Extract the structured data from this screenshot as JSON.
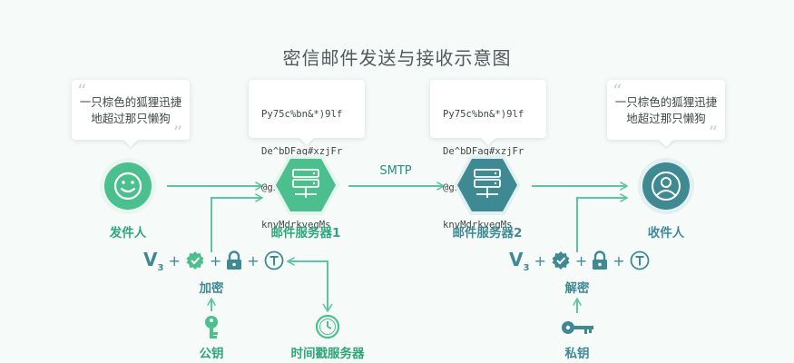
{
  "title": "密信邮件发送与接收示意图",
  "colors": {
    "green": "#4cbf8f",
    "teal": "#3f8a92",
    "label_green": "#2fa57a",
    "label_teal": "#3f8a92",
    "arrow": "#5cc6a3"
  },
  "sender": {
    "label": "发件人",
    "icon": "smiley-face-icon",
    "message_line1": "一只棕色的狐狸迅捷",
    "message_line2": "地超过那只懒狗"
  },
  "mail_server_1": {
    "label": "邮件服务器1",
    "icon": "server-icon",
    "cipher_lines": [
      "Py75c%bn&*)9lf",
      "De^bDFaq#xzjFr",
      "@g5=&nmdFg$5",
      "knvMdrkvegMs"
    ]
  },
  "transport": {
    "label": "SMTP"
  },
  "mail_server_2": {
    "label": "邮件服务器2",
    "icon": "server-icon",
    "cipher_lines": [
      "Py75c%bn&*)9lf",
      "De^bDFaq#xzjFr",
      "@g5=&nmdFg$5",
      "knvMdrkvegMs"
    ]
  },
  "recipient": {
    "label": "收件人",
    "icon": "user-avatar-icon",
    "message_line1": "一只棕色的狐狸迅捷",
    "message_line2": "地超过那只懒狗"
  },
  "encrypt": {
    "label": "加密",
    "v_symbol": "V",
    "v_sub": "3",
    "plus": "+"
  },
  "decrypt": {
    "label": "解密",
    "v_symbol": "V",
    "v_sub": "3",
    "plus": "+"
  },
  "public_key": {
    "label": "公钥",
    "icon": "public-key-icon"
  },
  "timestamp_server": {
    "label": "时间戳服务器",
    "icon": "clock-icon"
  },
  "private_key": {
    "label": "私钥",
    "icon": "private-key-icon"
  }
}
